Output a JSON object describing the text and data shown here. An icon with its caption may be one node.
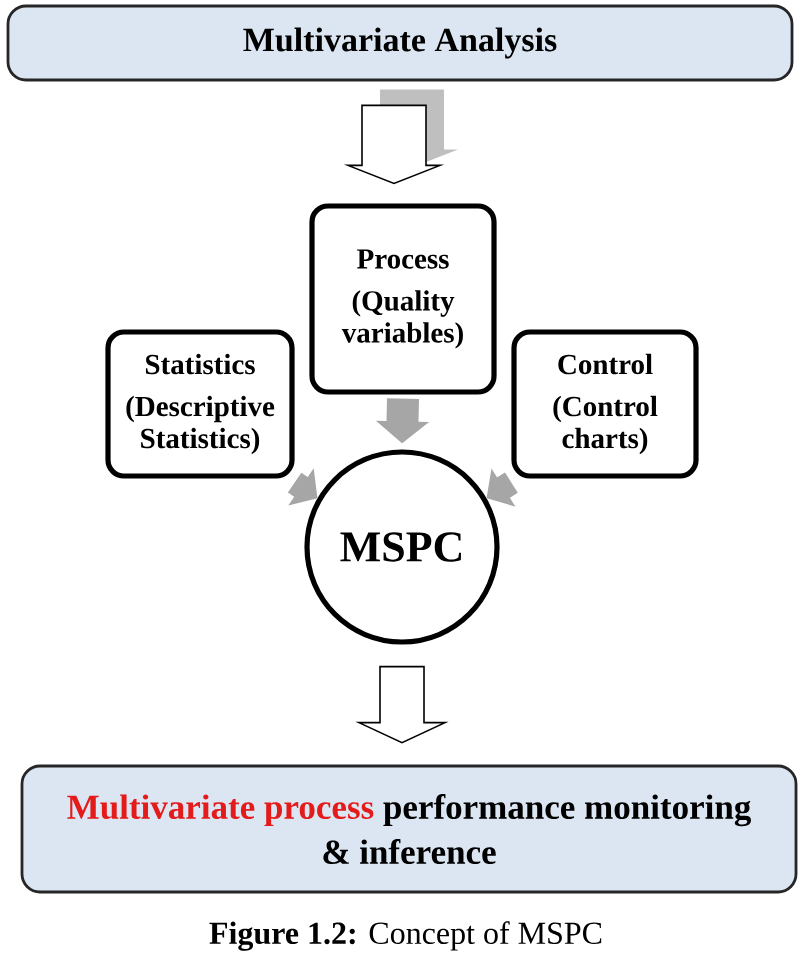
{
  "diagram": {
    "caption": "**Figure 1.2:** Concept of MSPC",
    "nodes": [
      {
        "text": [
          "Multivariate Analysis"
        ]
      },
      {
        "text": [
          "Process",
          "(Quality variables)"
        ]
      },
      {
        "text": [
          "Statistics",
          "(Descriptive Statistics)"
        ]
      },
      {
        "text": [
          "Control",
          "(Control charts)"
        ]
      },
      {
        "text": [
          "MSPC"
        ]
      },
      {
        "text": [
          "Multivariate process",
          "performance monitoring & inference"
        ]
      }
    ],
    "edges": [
      {
        "from": 0,
        "to": 1,
        "arrow": "to"
      },
      {
        "from": 1,
        "to": 4,
        "arrow": "to",
        "color": "#a6a6a6"
      },
      {
        "from": 2,
        "to": 4,
        "arrow": "to",
        "color": "#a6a6a6"
      },
      {
        "from": 3,
        "to": 4,
        "arrow": "to",
        "color": "#a6a6a6"
      },
      {
        "from": 4,
        "to": 5,
        "arrow": "to"
      }
    ]
  }
}
